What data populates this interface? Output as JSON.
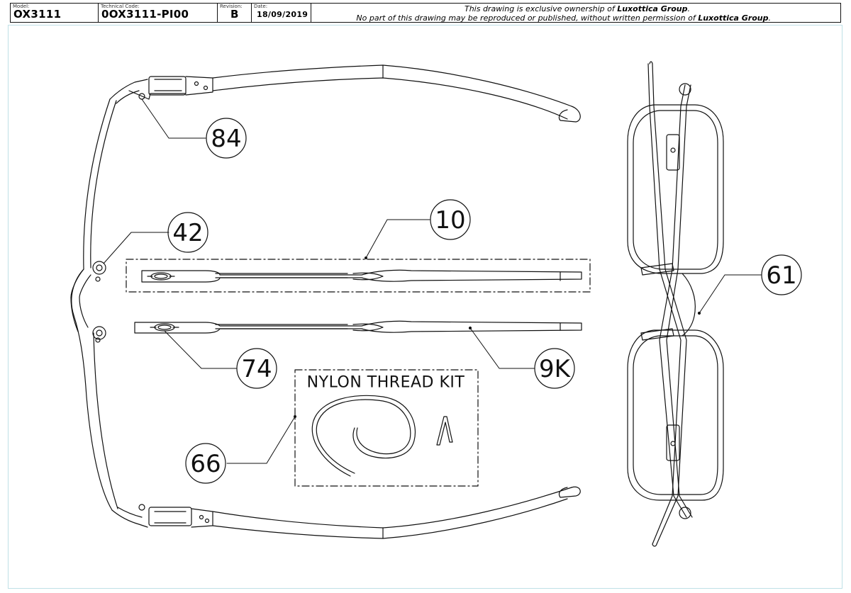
{
  "header": {
    "model_label": "Model:",
    "model_value": "OX3111",
    "tech_label": "Technical Code:",
    "tech_value": "0OX3111-PI00",
    "rev_label": "Revision:",
    "rev_value": "B",
    "date_label": "Date:",
    "date_value": "18/09/2019",
    "notice_line1_a": "This drawing is exclusive ownership of ",
    "notice_line1_b": "Luxottica Group",
    "notice_line1_c": ".",
    "notice_line2_a": "No part of this drawing may be reproduced or published, without written permission of ",
    "notice_line2_b": "Luxottica Group",
    "notice_line2_c": "."
  },
  "callouts": {
    "c84": "84",
    "c42": "42",
    "c10": "10",
    "c74": "74",
    "c9k": "9K",
    "c66": "66",
    "c61": "61"
  },
  "kit": {
    "title": "NYLON THREAD KIT"
  }
}
